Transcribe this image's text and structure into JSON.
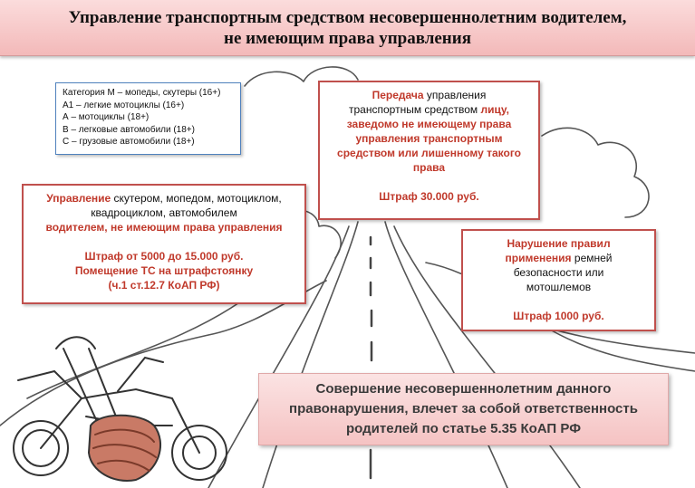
{
  "title": {
    "line1": "Управление транспортным средством несовершеннолетним водителем,",
    "line2": "не имеющим права управления"
  },
  "categories": [
    "Категория М – мопеды, скутеры (16+)",
    "А1 – легкие мотоциклы (16+)",
    "А – мотоциклы (18+)",
    "В – легковые автомобили (18+)",
    "С – грузовые автомобили (18+)"
  ],
  "transfer": {
    "l1a": "Передача",
    "l1b": " управления",
    "l2a": "транспортным средством ",
    "l2b": "лицу,",
    "l3": "заведомо не имеющему права",
    "l4": "управления транспортным",
    "l5": "средством или лишенному такого",
    "l6": "права",
    "fine": "Штраф 30.000 руб."
  },
  "control": {
    "l1a": "Управление",
    "l1b": " скутером, мопедом, мотоциклом,",
    "l2": "квадроциклом, автомобилем",
    "l3": "водителем, не имеющим права управления",
    "fine": "Штраф от 5000 до 15.000 руб.",
    "impound": "Помещение ТС на штрафстоянку",
    "law": "(ч.1 ст.12.7 КоАП РФ)"
  },
  "helmet": {
    "l1": "Нарушение правил",
    "l2a": "применения",
    "l2b": " ремней",
    "l3": "безопасности или",
    "l4": "мотошлемов",
    "fine": "Штраф 1000 руб."
  },
  "consequence": {
    "l1": "Совершение несовершеннолетним данного",
    "l2": "правонарушения, влечет за собой ответственность",
    "l3": "родителей по статье 5.35 КоАП РФ"
  }
}
